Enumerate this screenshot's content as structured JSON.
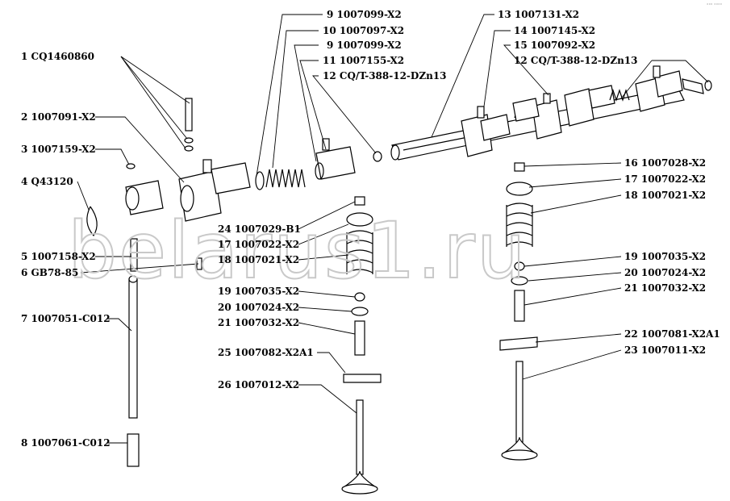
{
  "watermark": "belarus1.ru",
  "corner_mark": "°°° °°°°",
  "labels": [
    {
      "num": "1",
      "code": "CQ1460860"
    },
    {
      "num": "2",
      "code": "1007091-X2"
    },
    {
      "num": "3",
      "code": "1007159-X2"
    },
    {
      "num": "4",
      "code": "Q43120"
    },
    {
      "num": "5",
      "code": "1007158-X2"
    },
    {
      "num": "6",
      "code": "GB78-85"
    },
    {
      "num": "7",
      "code": "1007051-C012"
    },
    {
      "num": "8",
      "code": "1007061-C012"
    },
    {
      "num": "9",
      "code": "1007099-X2"
    },
    {
      "num": "10",
      "code": "1007097-X2"
    },
    {
      "num": "9",
      "code": "1007099-X2"
    },
    {
      "num": "11",
      "code": "1007155-X2"
    },
    {
      "num": "12",
      "code": "CQ/T-388-12-DZn13"
    },
    {
      "num": "13",
      "code": "1007131-X2"
    },
    {
      "num": "14",
      "code": "1007145-X2"
    },
    {
      "num": "15",
      "code": "1007092-X2"
    },
    {
      "num": "12",
      "code": "CQ/T-388-12-DZn13"
    },
    {
      "num": "16",
      "code": "1007028-X2"
    },
    {
      "num": "17",
      "code": "1007022-X2"
    },
    {
      "num": "18",
      "code": "1007021-X2"
    },
    {
      "num": "19",
      "code": "1007035-X2"
    },
    {
      "num": "20",
      "code": "1007024-X2"
    },
    {
      "num": "21",
      "code": "1007032-X2"
    },
    {
      "num": "22",
      "code": "1007081-X2A1"
    },
    {
      "num": "23",
      "code": "1007011-X2"
    },
    {
      "num": "24",
      "code": "1007029-B1"
    },
    {
      "num": "17",
      "code": "1007022-X2"
    },
    {
      "num": "18",
      "code": "1007021-X2"
    },
    {
      "num": "19",
      "code": "1007035-X2"
    },
    {
      "num": "20",
      "code": "1007024-X2"
    },
    {
      "num": "21",
      "code": "1007032-X2"
    },
    {
      "num": "25",
      "code": "1007082-X2A1"
    },
    {
      "num": "26",
      "code": "1007012-X2"
    }
  ]
}
